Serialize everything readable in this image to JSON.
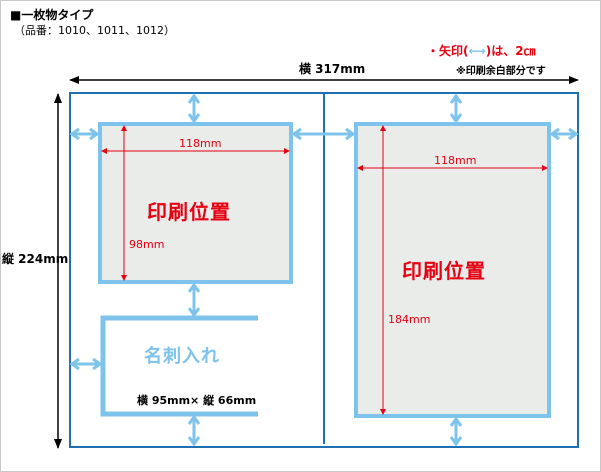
{
  "header": {
    "title": "■一枚物タイプ",
    "subtitle": "（品番：1010、1011、1012）"
  },
  "notes": {
    "arrow_note_prefix": "・矢印(",
    "arrow_note_suffix": ")は、2㎝",
    "margin_note": "※印刷余白部分です"
  },
  "dimensions": {
    "width_label": "横 317mm",
    "height_label": "縦 224mm"
  },
  "left_panel": {
    "print_area": {
      "title": "印刷位置",
      "width_label": "118mm",
      "height_label": "98mm"
    },
    "card_area": {
      "title": "名刺入れ",
      "size_label": "横 95mm× 縦 66mm"
    }
  },
  "right_panel": {
    "print_area": {
      "title": "印刷位置",
      "width_label": "118mm",
      "height_label": "184mm"
    }
  },
  "colors": {
    "outline": "#1f6fb2",
    "light_blue": "#7ec3ec",
    "area_fill": "#e9ece9",
    "red": "#e60012",
    "black": "#000000"
  }
}
